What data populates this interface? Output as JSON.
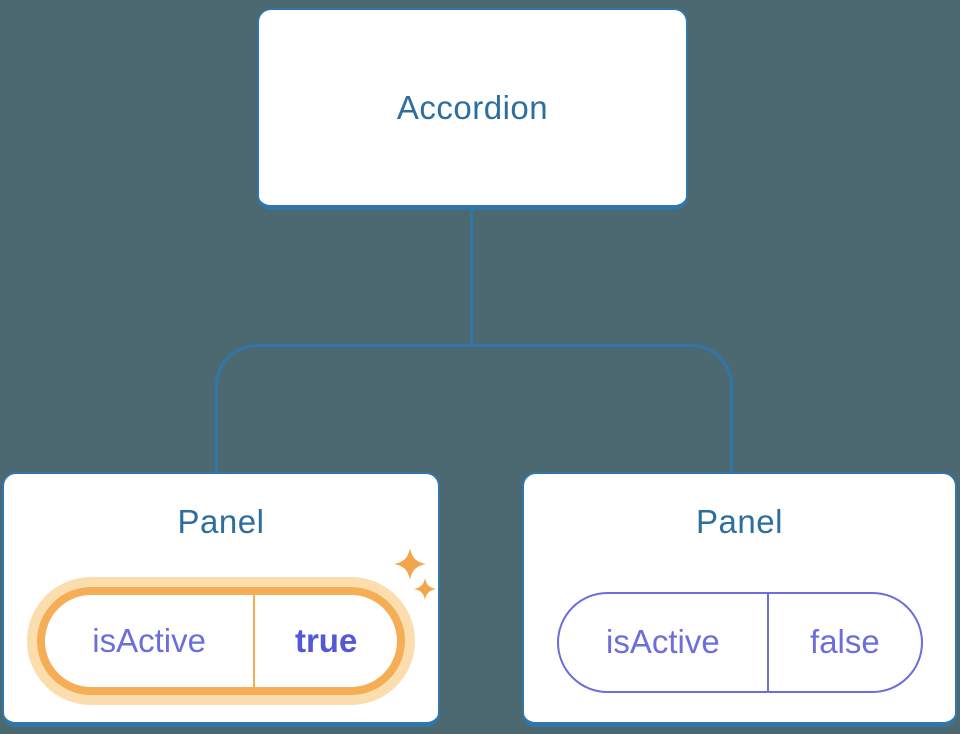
{
  "diagram": {
    "root": {
      "label": "Accordion"
    },
    "panels": [
      {
        "title": "Panel",
        "state_key": "isActive",
        "state_value": "true",
        "highlighted": true
      },
      {
        "title": "Panel",
        "state_key": "isActive",
        "state_value": "false",
        "highlighted": false
      }
    ]
  },
  "colors": {
    "background": "#4C6971",
    "line_blue": "#3076A9",
    "heading_blue": "#2E6E9E",
    "state_purple": "#6B6EDB",
    "state_purple_bold": "#5558D4",
    "pill_orange": "#F5AE55",
    "pill_glow": "#FBDDAE",
    "sparkle_orange": "#F2A64B",
    "node_white": "#FFFFFF"
  }
}
